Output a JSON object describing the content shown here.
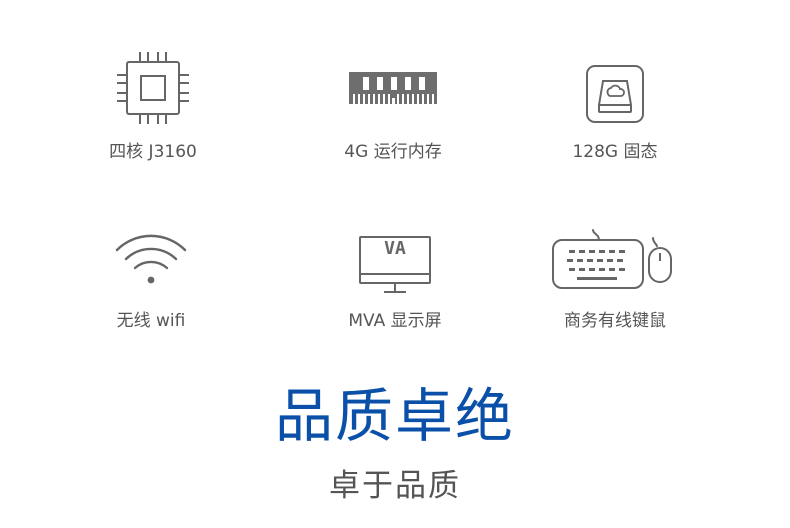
{
  "features": [
    {
      "label": "四核 J3160",
      "icon": "cpu-chip-icon"
    },
    {
      "label": "4G 运行内存",
      "icon": "ram-module-icon"
    },
    {
      "label": "128G 固态",
      "icon": "ssd-drive-icon"
    },
    {
      "label": "无线 wifi",
      "icon": "wifi-icon"
    },
    {
      "label": "MVA 显示屏",
      "icon": "monitor-icon"
    },
    {
      "label": "商务有线键鼠",
      "icon": "keyboard-mouse-icon"
    }
  ],
  "monitor_badge": "VA",
  "headline": "品质卓绝",
  "subline": "卓于品质",
  "colors": {
    "headline": "#0a4fa8",
    "subline": "#555555",
    "label": "#555555",
    "icon_stroke": "#666666"
  }
}
